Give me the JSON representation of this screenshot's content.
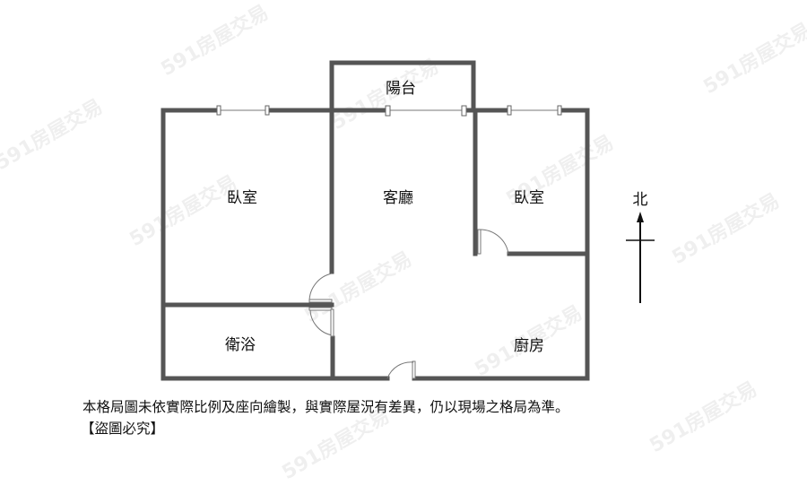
{
  "watermark": "591房屋交易",
  "rooms": {
    "bedroom_left": "臥室",
    "living_room": "客廳",
    "bedroom_right": "臥室",
    "balcony": "陽台",
    "bathroom": "衛浴",
    "kitchen": "廚房"
  },
  "compass": {
    "north_label": "北"
  },
  "notes": {
    "disclaimer": "本格局圖未依實際比例及座向繪製，與實際屋況有差異，仍以現場之格局為準。",
    "copyright": "【盜圖必究】"
  },
  "colors": {
    "wall": "#555555",
    "text": "#111111"
  }
}
